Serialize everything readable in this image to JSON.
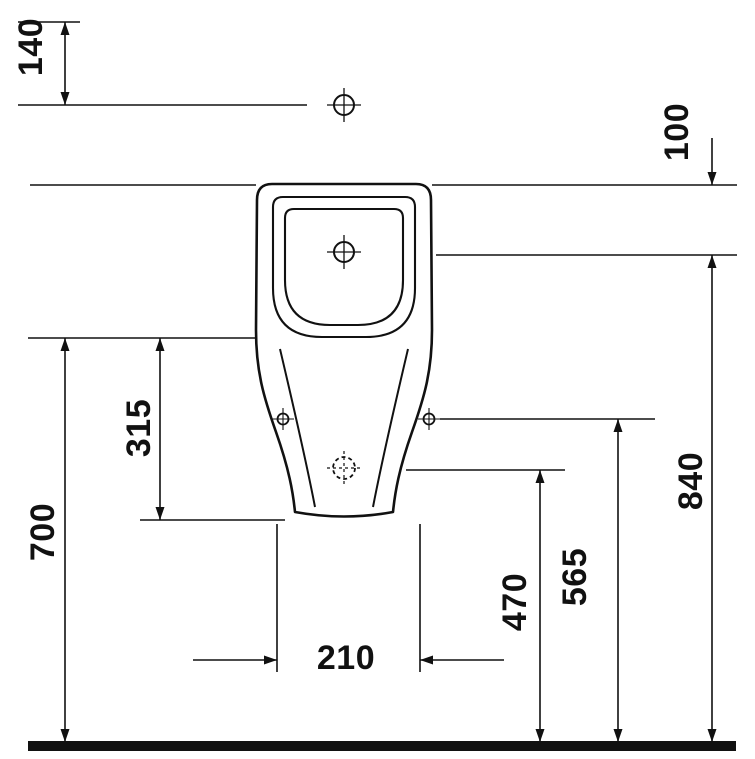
{
  "colors": {
    "ink": "#111111",
    "background": "#ffffff"
  },
  "icons": {
    "crosshair_marker": "⊕",
    "fixing_hole_marker": "⊕",
    "outlet_dashed_marker": "◌"
  },
  "dimensions": {
    "supply_offset_top": "140",
    "top_edge_offset": "100",
    "rim_height": "700",
    "rim_to_base_span": "315",
    "inlet_height": "840",
    "fixing_hole_height": "565",
    "outlet_height": "470",
    "base_width": "210"
  }
}
